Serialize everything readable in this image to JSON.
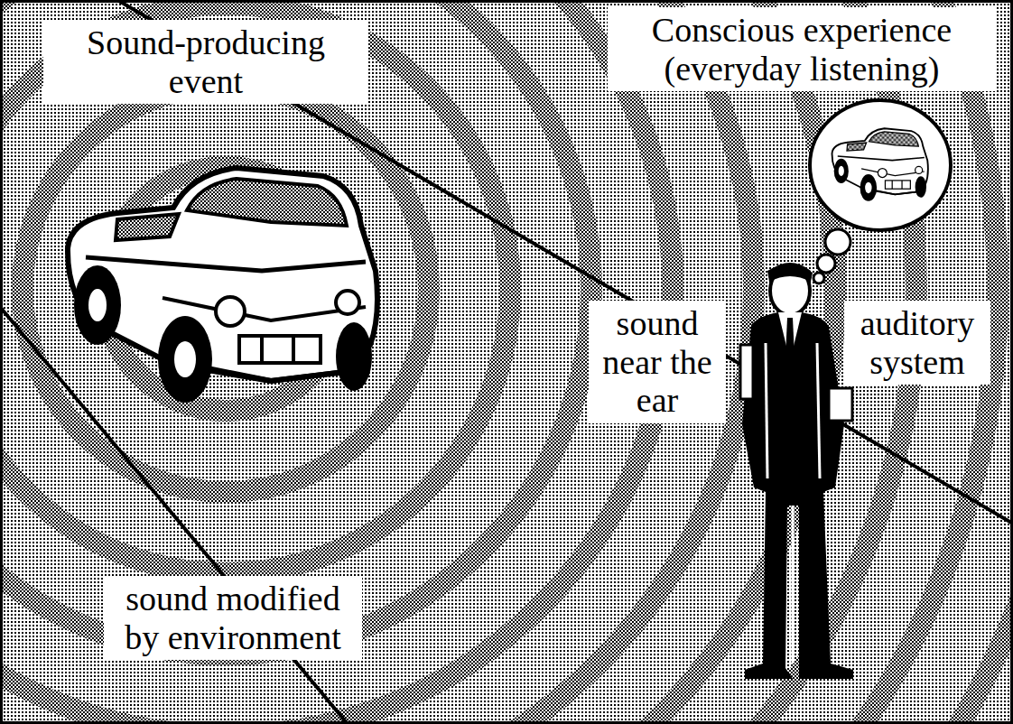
{
  "diagram": {
    "labels": [
      "Sound-producing event",
      "Conscious experience (everyday listening)",
      "sound near the ear",
      "auditory system",
      "sound modified by environment"
    ]
  }
}
